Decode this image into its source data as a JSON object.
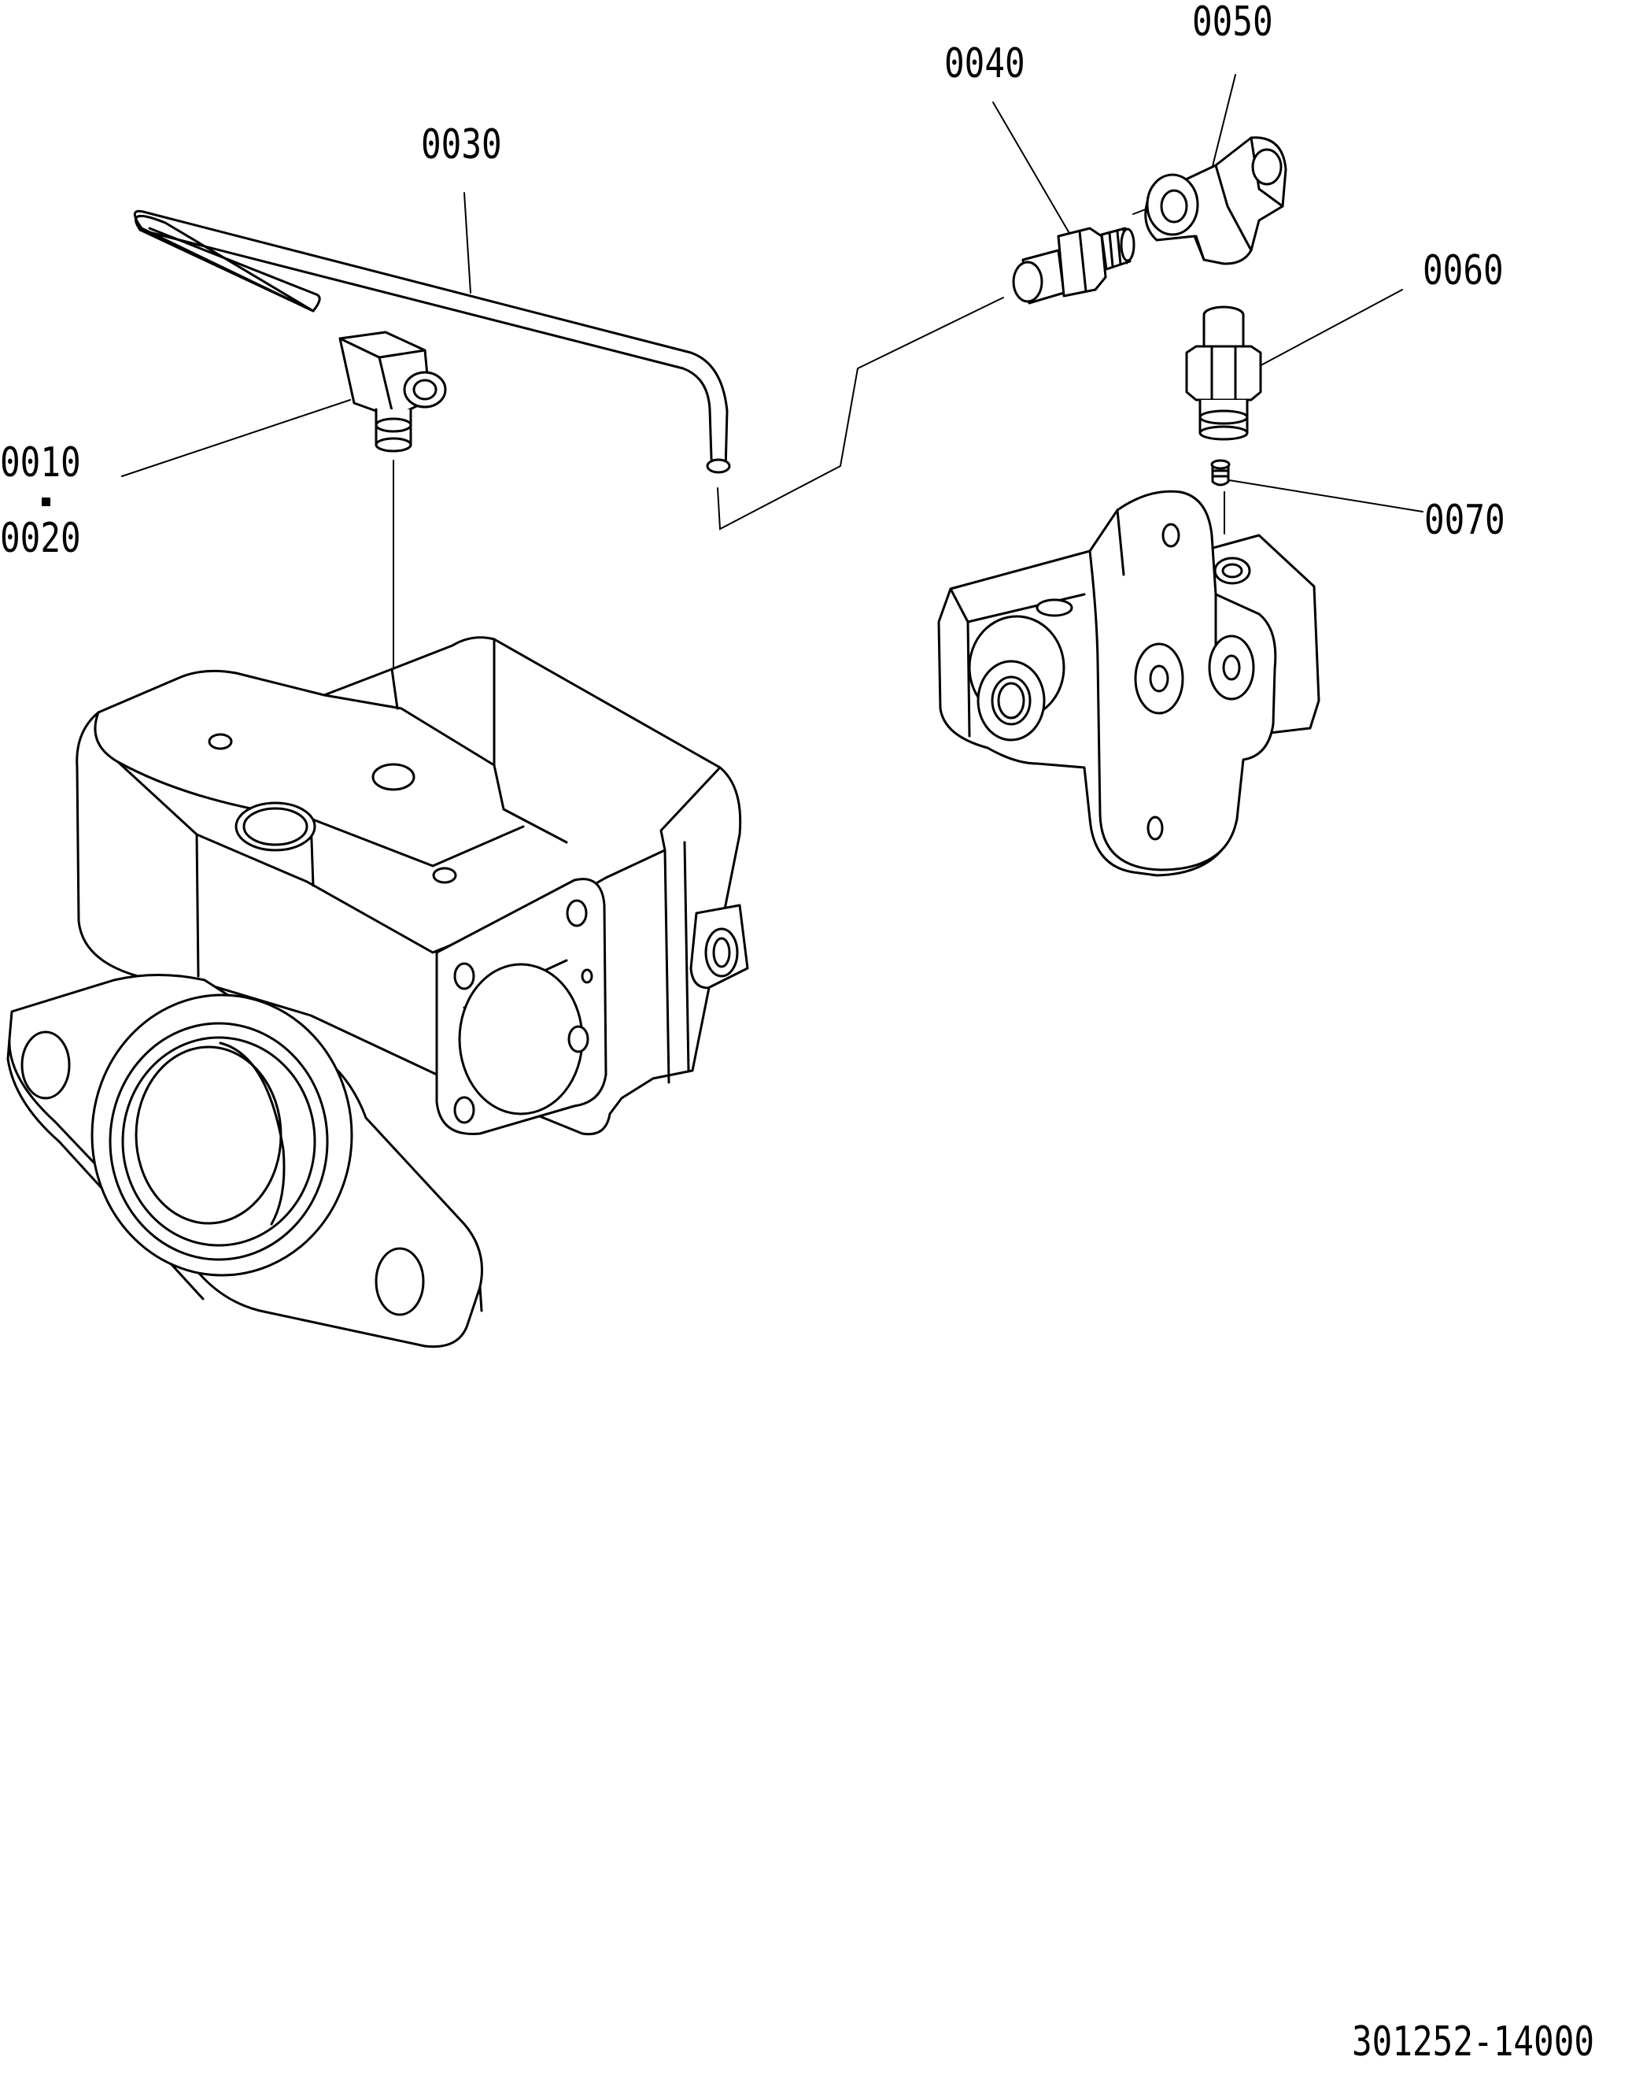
{
  "callouts": {
    "p0010": "0010",
    "p0020": "0020",
    "p0030": "0030",
    "p0040": "0040",
    "p0050": "0050",
    "p0060": "0060",
    "p0070": "0070"
  },
  "drawing_number": "301252-14000"
}
